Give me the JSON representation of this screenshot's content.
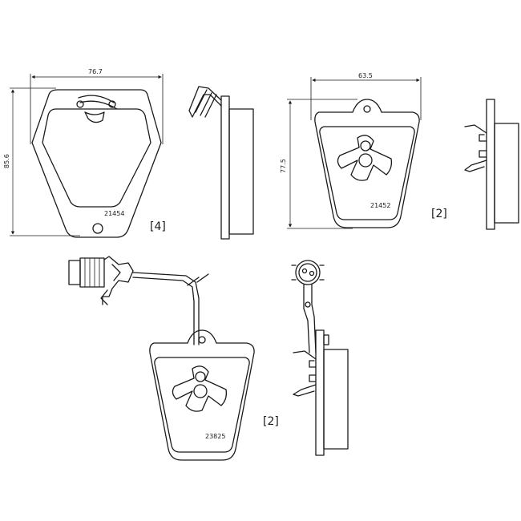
{
  "labels": {
    "width_pad1": "76.7",
    "height_pad1": "85.6",
    "part_pad1": "21454",
    "qty_pad1": "[4]",
    "width_pad2": "63.5",
    "height_pad2": "77.5",
    "part_pad2": "21452",
    "qty_pad2": "[2]",
    "part_pad3": "23825",
    "qty_pad3": "[2]"
  },
  "icons": {
    "arrow": "dimension-arrow-icon",
    "connector": "sensor-connector-icon"
  },
  "colors": {
    "line": "#1a1a1a",
    "background": "#ffffff"
  }
}
